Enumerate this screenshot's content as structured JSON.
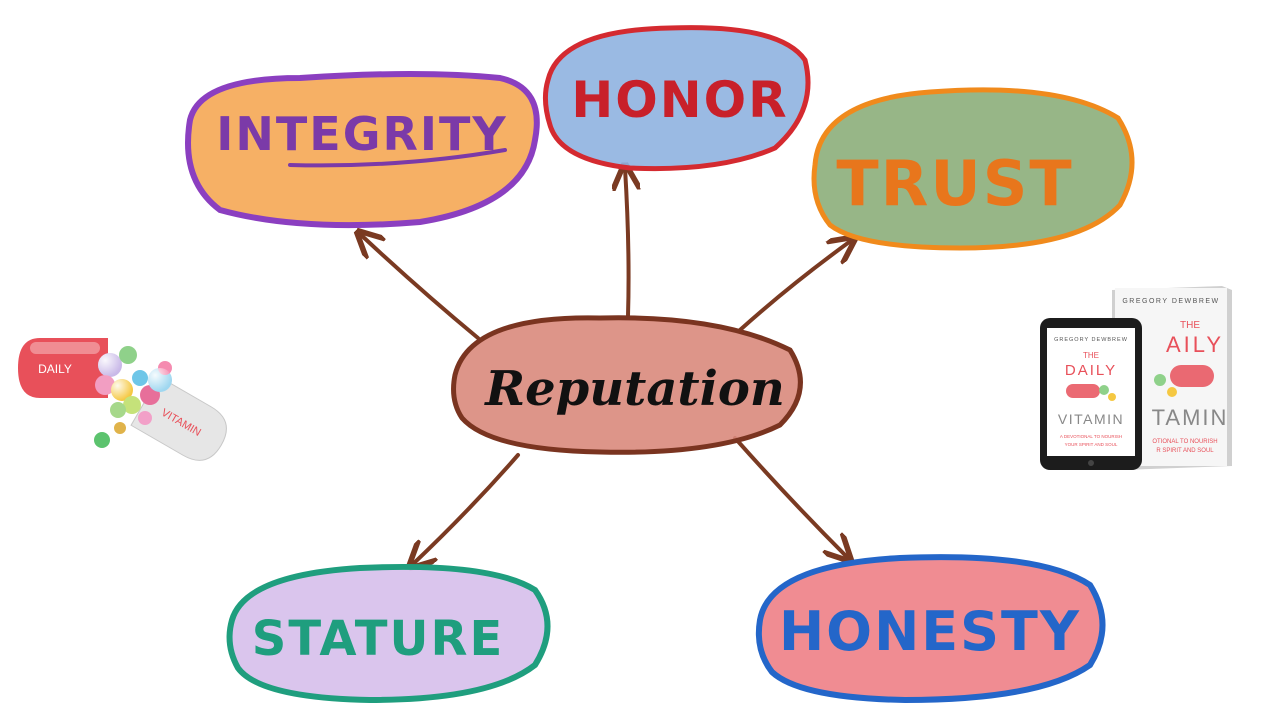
{
  "diagram": {
    "center": {
      "label": "Reputation",
      "fill": "#d98a7c",
      "stroke": "#7a3420"
    },
    "nodes": [
      {
        "id": "integrity",
        "label": "INTEGRITY",
        "fill": "#f4a24a",
        "stroke": "#8b3fc0",
        "text": "#7b3aa8"
      },
      {
        "id": "honor",
        "label": "HONOR",
        "fill": "#8fb2e0",
        "stroke": "#d42a30",
        "text": "#c8202a"
      },
      {
        "id": "trust",
        "label": "TRUST",
        "fill": "#8cae7a",
        "stroke": "#f08a1c",
        "text": "#e8761c"
      },
      {
        "id": "stature",
        "label": "STATURE",
        "fill": "#d8c2ec",
        "stroke": "#1f9e7e",
        "text": "#1f9e7e"
      },
      {
        "id": "honesty",
        "label": "HONESTY",
        "fill": "#ee7f86",
        "stroke": "#2466c9",
        "text": "#2466c9"
      }
    ],
    "arrow_color": "#7a3a22"
  },
  "pill": {
    "cap_label": "DAILY",
    "body_label": "VITAMIN",
    "cap_color": "#e8505a",
    "body_color": "#e6e6e6"
  },
  "book": {
    "author": "GREGORY DEWBREW",
    "title_line1": "THE",
    "title_line2": "DAILY",
    "title_line3": "VITAMIN",
    "subtitle_line1": "A DEVOTIONAL TO NOURISH",
    "subtitle_line2": "YOUR SPIRIT AND SOUL",
    "paper_title_line2": "AILY",
    "paper_title_line3": "TAMIN",
    "paper_subtitle_line1": "OTIONAL TO NOURISH",
    "paper_subtitle_line2": "R SPIRIT AND SOUL",
    "accent": "#e8505a"
  }
}
